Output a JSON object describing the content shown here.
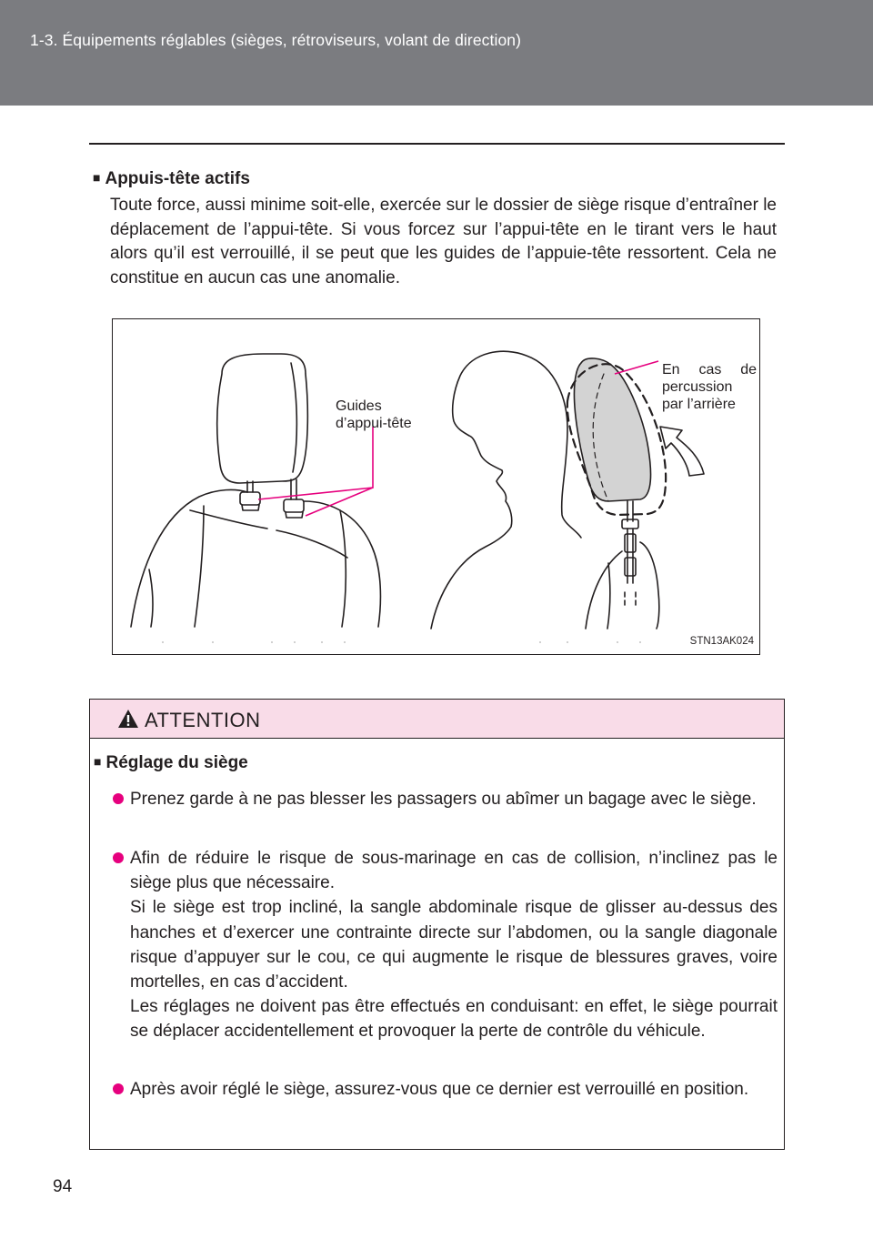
{
  "header": {
    "title": "1-3. Équipements réglables (sièges, rétroviseurs, volant de direction)"
  },
  "section": {
    "heading": "Appuis-tête actifs",
    "paragraph": "Toute force, aussi minime soit-elle, exercée sur le dossier de siège risque d’entraîner le déplacement de l’appui-tête. Si vous forcez sur l’appui-tête en le tirant vers le haut alors qu’il est verrouillé, il se peut que les guides de l’appuie-tête ressortent. Cela ne constitue en aucun cas une anomalie."
  },
  "figure": {
    "label_guides_line1": "Guides",
    "label_guides_line2": "d’appui-tête",
    "label_impact_line1": "En cas de",
    "label_impact_line2": "percussion",
    "label_impact_line3": "par l’arrière",
    "code": "STN13AK024"
  },
  "attention": {
    "title": "ATTENTION",
    "subheading": "Réglage du siège",
    "bullets": [
      {
        "paragraphs": [
          "Prenez garde à ne pas blesser les passagers ou abîmer un bagage avec le siège."
        ]
      },
      {
        "paragraphs": [
          "Afin de réduire le risque de sous-marinage en cas de collision, n’inclinez pas le siège plus que nécessaire.",
          "Si le siège est trop incliné, la sangle abdominale risque de glisser au-dessus des hanches et d’exercer une contrainte directe sur l’abdomen, ou la sangle diagonale risque d’appuyer sur le cou, ce qui augmente le risque de blessures graves, voire mortelles, en cas d’accident.",
          "Les réglages ne doivent pas être effectués en conduisant: en effet, le siège pourrait se déplacer accidentellement et provoquer la perte de contrôle du véhicule."
        ]
      },
      {
        "paragraphs": [
          "Après avoir réglé le siège, assurez-vous que ce dernier est verrouillé en position."
        ]
      }
    ]
  },
  "page_number": "94",
  "colors": {
    "header_band": "#7b7c80",
    "attention_bg": "#f9dce8",
    "accent": "#e6007e"
  }
}
